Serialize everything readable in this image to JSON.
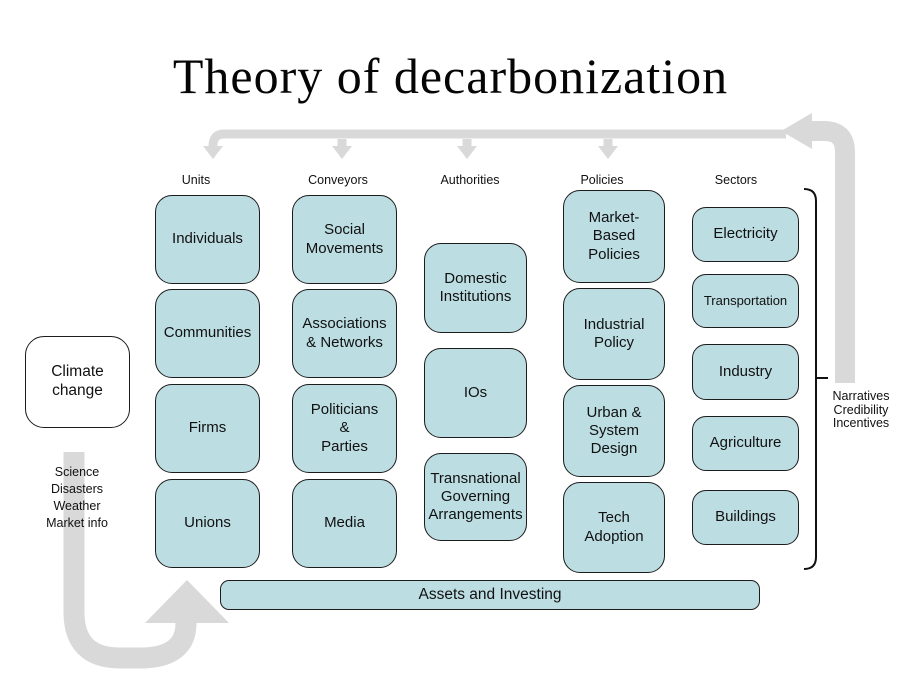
{
  "title": "Theory of decarbonization",
  "colors": {
    "node_fill": "#bcdde2",
    "node_border": "#1c1c1c",
    "arrow_gray": "#d9d9d9",
    "bracket_black": "#111111"
  },
  "columns": [
    {
      "label": "Units",
      "boxes": [
        {
          "label": "Individuals"
        },
        {
          "label": "Communities"
        },
        {
          "label": "Firms"
        },
        {
          "label": "Unions"
        }
      ]
    },
    {
      "label": "Conveyors",
      "boxes": [
        {
          "label": "Social\nMovements"
        },
        {
          "label": "Associations\n& Networks"
        },
        {
          "label": "Politicians\n&\nParties"
        },
        {
          "label": "Media"
        }
      ]
    },
    {
      "label": "Authorities",
      "boxes": [
        {
          "label": "Domestic\nInstitutions"
        },
        {
          "label": "IOs"
        },
        {
          "label": "Transnational\nGoverning\nArrangements"
        }
      ]
    },
    {
      "label": "Policies",
      "boxes": [
        {
          "label": "Market-\nBased\nPolicies"
        },
        {
          "label": "Industrial\nPolicy"
        },
        {
          "label": "Urban &\nSystem\nDesign"
        },
        {
          "label": "Tech\nAdoption"
        }
      ]
    },
    {
      "label": "Sectors",
      "boxes": [
        {
          "label": "Electricity"
        },
        {
          "label": "Transportation"
        },
        {
          "label": "Industry"
        },
        {
          "label": "Agriculture"
        },
        {
          "label": "Buildings"
        }
      ]
    }
  ],
  "left_source": {
    "label": "Climate\nchange",
    "inputs": [
      "Science",
      "Disasters",
      "Weather",
      "Market info"
    ]
  },
  "right_outputs": [
    "Narratives",
    "Credibility",
    "Incentives"
  ],
  "bottom_bar": {
    "label": "Assets and Investing"
  }
}
